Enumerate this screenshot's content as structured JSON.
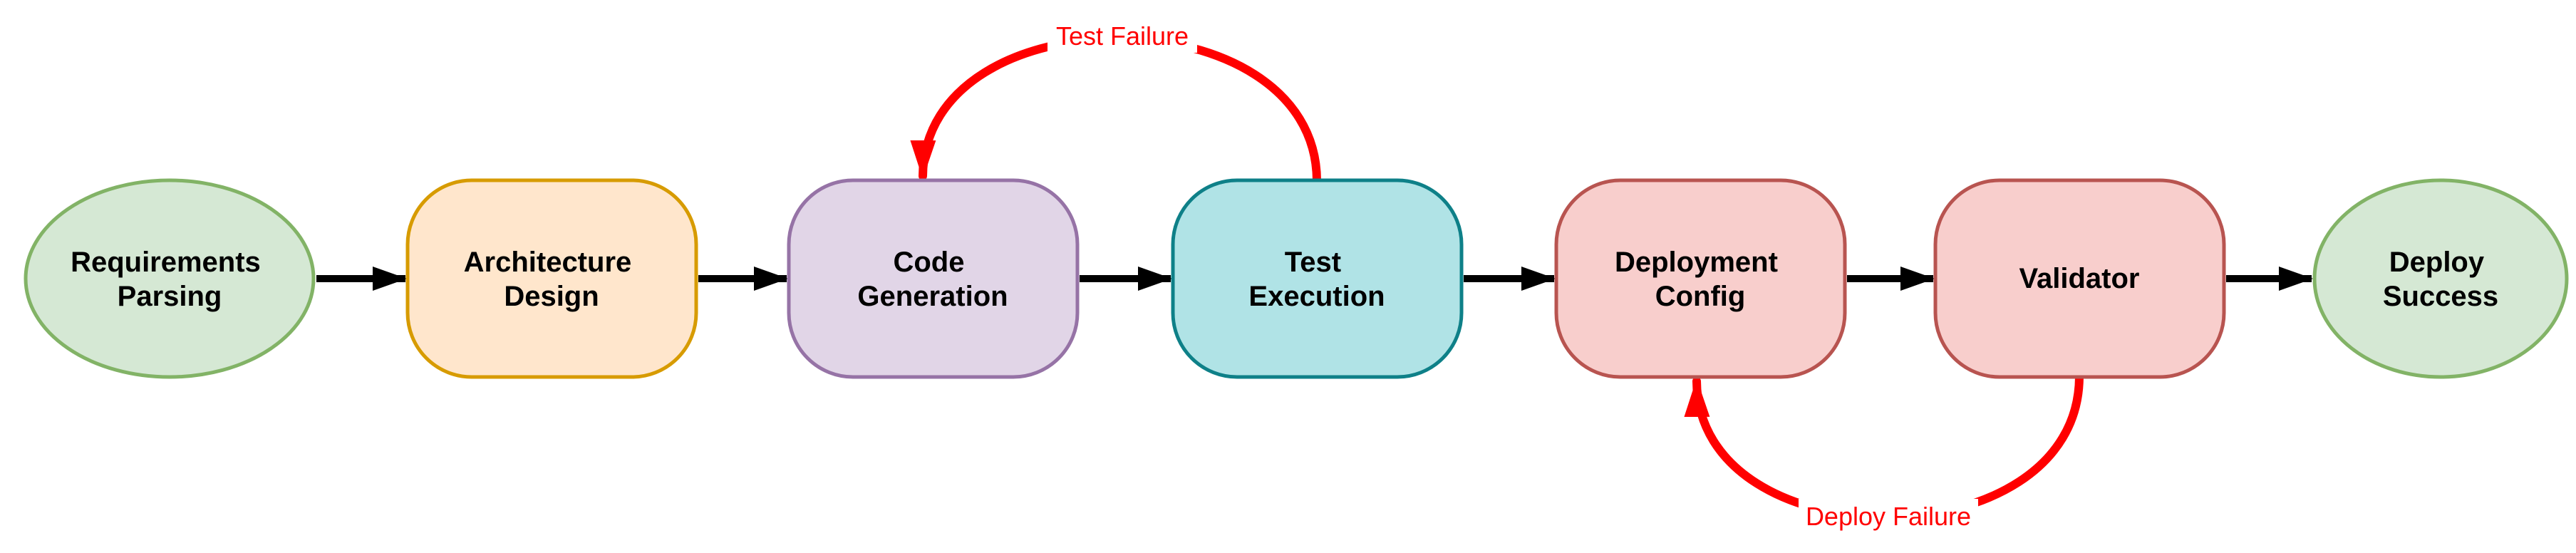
{
  "diagram": {
    "background": "#ffffff",
    "text_color": "#000000",
    "nodes": [
      {
        "id": "requirements-parsing",
        "shape": "ellipse",
        "lines": [
          "Requirements",
          "Parsing"
        ],
        "fill": "#d5e8d4",
        "stroke": "#82b366"
      },
      {
        "id": "architecture-design",
        "shape": "rounded-rectangle",
        "lines": [
          "Architecture",
          "Design"
        ],
        "fill": "#ffe6cc",
        "stroke": "#d79b00"
      },
      {
        "id": "code-generation",
        "shape": "rounded-rectangle",
        "lines": [
          "Code",
          "Generation"
        ],
        "fill": "#e1d5e7",
        "stroke": "#9673a6"
      },
      {
        "id": "test-execution",
        "shape": "rounded-rectangle",
        "lines": [
          "Test",
          "Execution"
        ],
        "fill": "#b0e3e6",
        "stroke": "#0e8088"
      },
      {
        "id": "deployment-config",
        "shape": "rounded-rectangle",
        "lines": [
          "Deployment",
          "Config"
        ],
        "fill": "#f8cecc",
        "stroke": "#b85450"
      },
      {
        "id": "validator",
        "shape": "rounded-rectangle",
        "lines": [
          "Validator"
        ],
        "fill": "#f8cecc",
        "stroke": "#b85450"
      },
      {
        "id": "deploy-success",
        "shape": "ellipse",
        "lines": [
          "Deploy",
          "Success"
        ],
        "fill": "#d5e8d4",
        "stroke": "#82b366"
      }
    ],
    "edges": {
      "forward_color": "#000000",
      "feedback_color": "#ff0000",
      "forward": [
        {
          "from": "requirements-parsing",
          "to": "architecture-design"
        },
        {
          "from": "architecture-design",
          "to": "code-generation"
        },
        {
          "from": "code-generation",
          "to": "test-execution"
        },
        {
          "from": "test-execution",
          "to": "deployment-config"
        },
        {
          "from": "deployment-config",
          "to": "validator"
        },
        {
          "from": "validator",
          "to": "deploy-success"
        }
      ],
      "feedback": [
        {
          "from": "test-execution",
          "to": "code-generation",
          "label": "Test Failure"
        },
        {
          "from": "validator",
          "to": "deployment-config",
          "label": "Deploy Failure"
        }
      ]
    }
  }
}
